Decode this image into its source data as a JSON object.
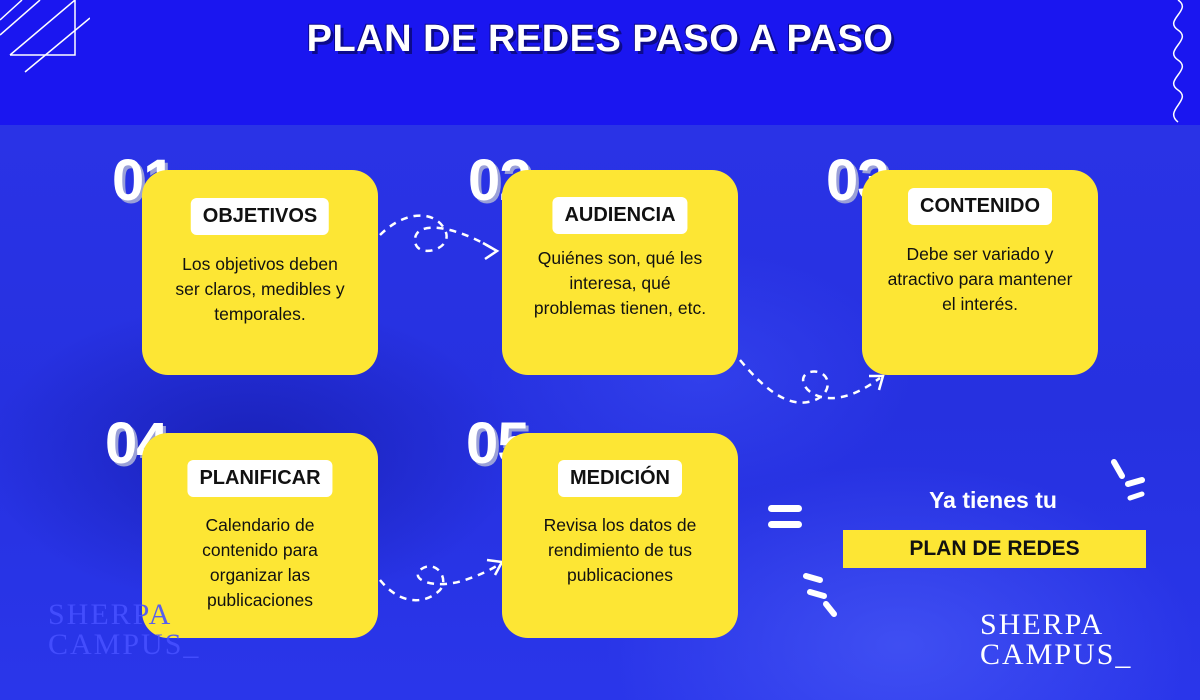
{
  "title": "PLAN DE REDES PASO A PASO",
  "steps": [
    {
      "number": "01",
      "label": "OBJETIVOS",
      "text": "Los objetivos deben ser claros, medibles y temporales."
    },
    {
      "number": "02",
      "label": "AUDIENCIA",
      "text": "Quiénes son, qué les interesa, qué problemas tienen, etc."
    },
    {
      "number": "03",
      "label": "CONTENIDO",
      "text": "Debe ser variado y atractivo para mantener el interés."
    },
    {
      "number": "04",
      "label": "PLANIFICAR",
      "text": "Calendario de contenido para organizar las publicaciones"
    },
    {
      "number": "05",
      "label": "MEDICIÓN",
      "text": "Revisa los datos de rendimiento de tus publicaciones"
    }
  ],
  "result": {
    "intro": "Ya tienes tu",
    "highlight": "PLAN DE REDES"
  },
  "brand": {
    "line1": "SHERPA",
    "line2": "CAMPUS_"
  },
  "colors": {
    "blue": "#1f2ce8",
    "yellow": "#fde634",
    "white": "#ffffff"
  }
}
